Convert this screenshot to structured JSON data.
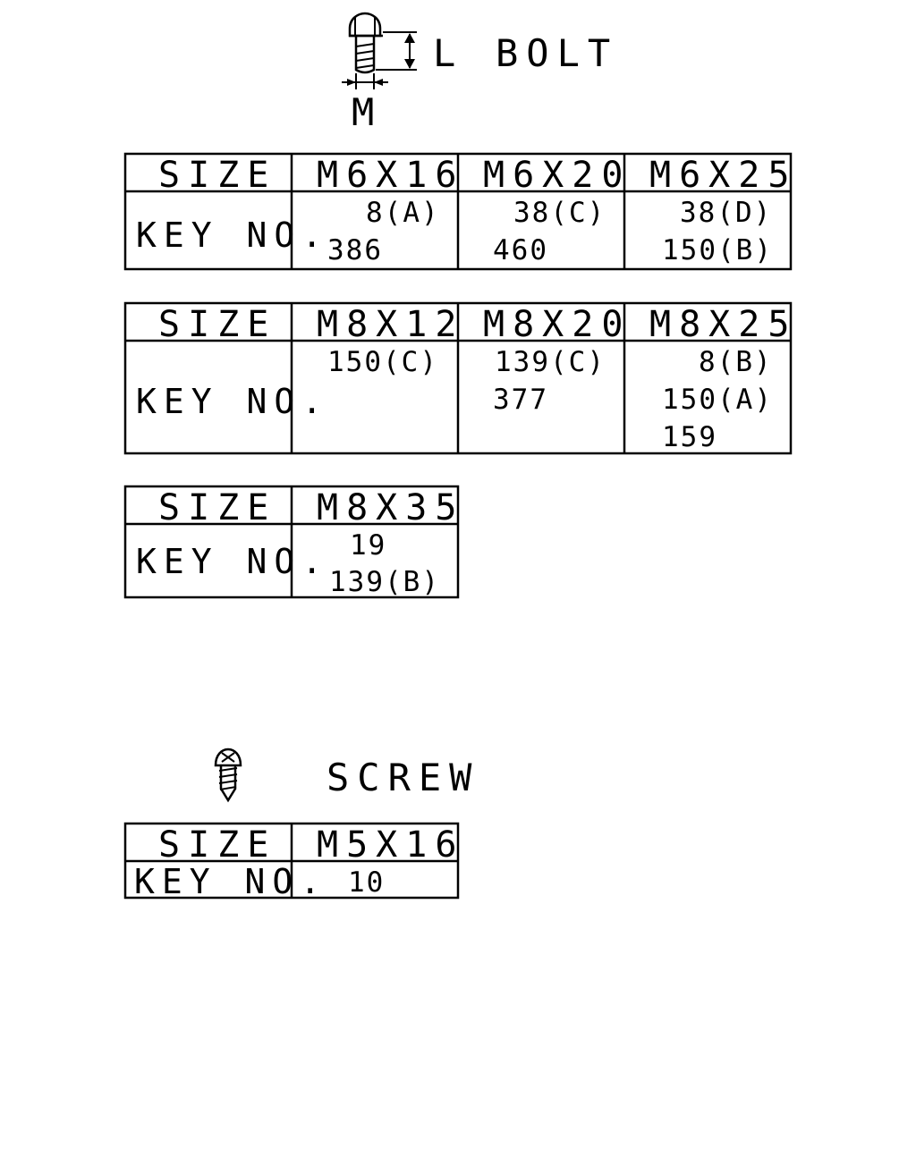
{
  "bolt": {
    "dim_length": "L",
    "dim_diameter": "M",
    "title": "BOLT"
  },
  "screw": {
    "title": "SCREW"
  },
  "labels": {
    "size": "SIZE",
    "key_no": "KEY NO."
  },
  "tables": [
    {
      "columns": [
        {
          "size": "M6X16",
          "keys": [
            "8(A)",
            "386"
          ]
        },
        {
          "size": "M6X20",
          "keys": [
            "38(C)",
            "460"
          ]
        },
        {
          "size": "M6X25",
          "keys": [
            "38(D)",
            "150(B)"
          ]
        }
      ]
    },
    {
      "columns": [
        {
          "size": "M8X12",
          "keys": [
            "150(C)"
          ]
        },
        {
          "size": "M8X20",
          "keys": [
            "139(C)",
            "377"
          ]
        },
        {
          "size": "M8X25",
          "keys": [
            "8(B)",
            "150(A)",
            "159"
          ]
        }
      ]
    },
    {
      "columns": [
        {
          "size": "M8X35",
          "keys": [
            "19",
            "139(B)"
          ]
        }
      ]
    },
    {
      "columns": [
        {
          "size": "M5X16",
          "keys": [
            "10"
          ]
        }
      ]
    }
  ]
}
